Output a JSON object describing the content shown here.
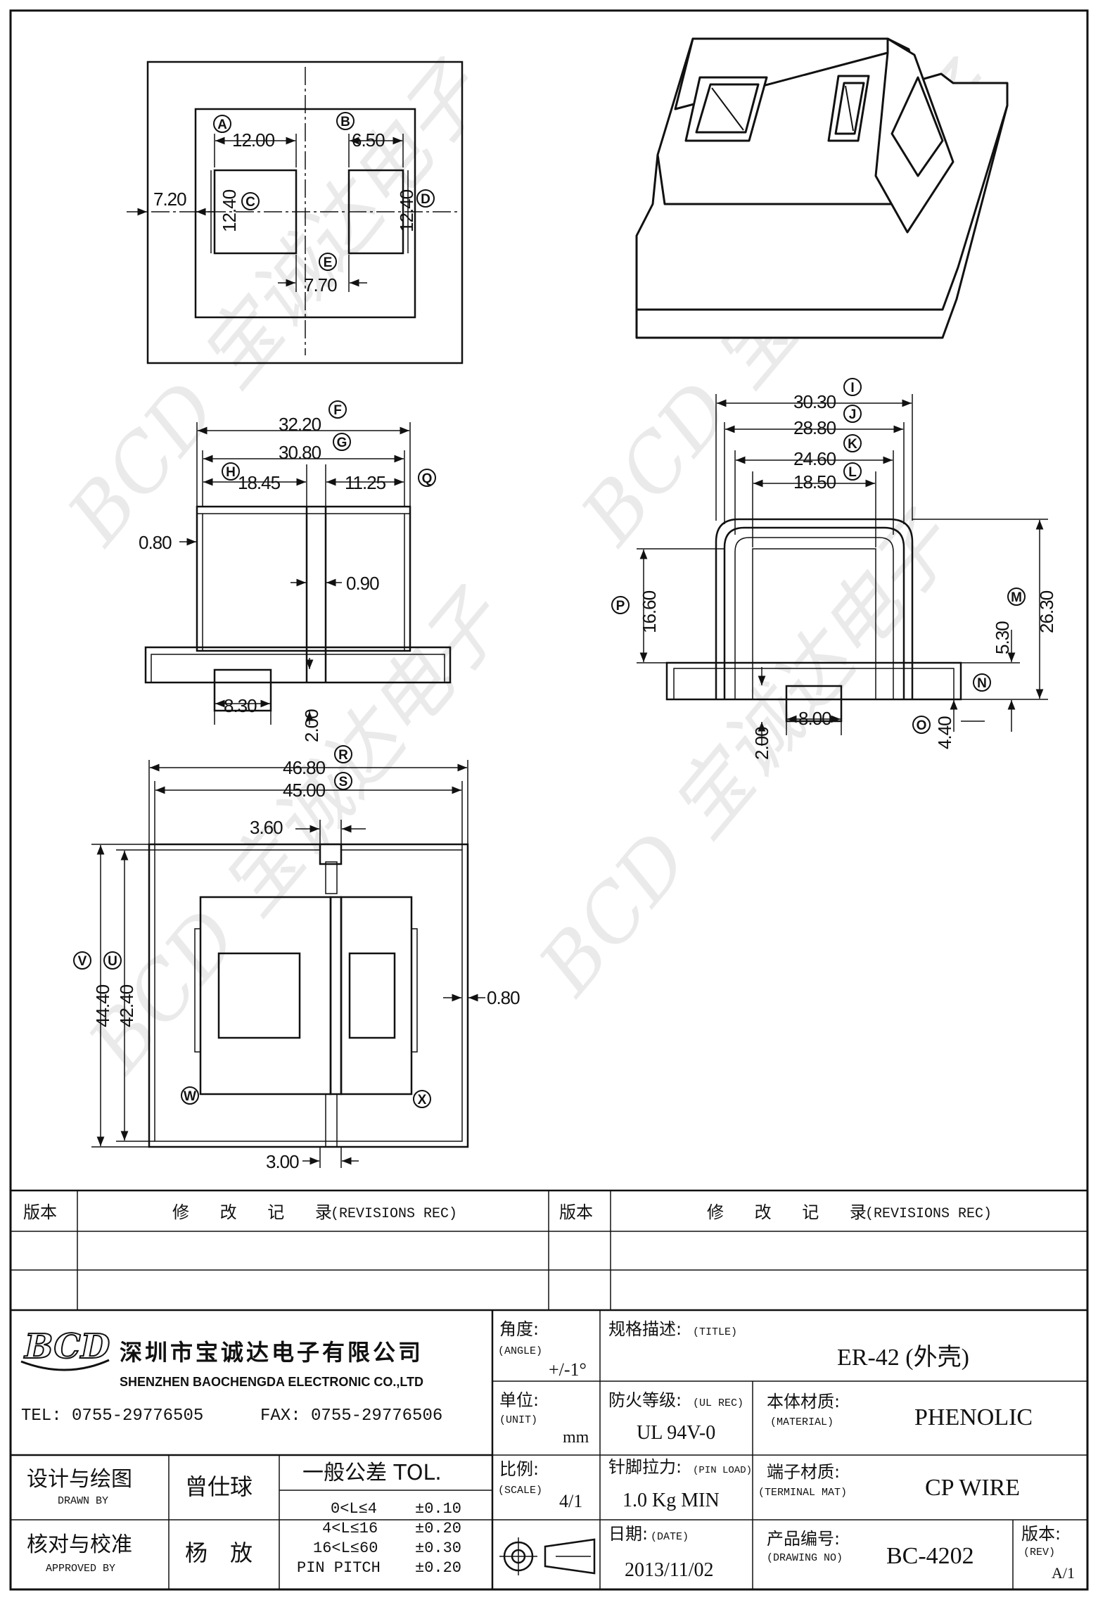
{
  "views": {
    "top": {
      "dims": [
        "12.00",
        "6.50",
        "7.20",
        "12.40",
        "12.40",
        "7.70"
      ],
      "markers": [
        "A",
        "B",
        "C",
        "D",
        "E"
      ]
    },
    "front": {
      "dims": [
        "32.20",
        "30.80",
        "18.45",
        "11.25",
        "0.80",
        "0.90",
        "8.30",
        "2.00"
      ],
      "markers": [
        "F",
        "G",
        "H",
        "Q"
      ]
    },
    "side": {
      "dims": [
        "30.30",
        "28.80",
        "24.60",
        "18.50",
        "16.60",
        "26.30",
        "5.30",
        "8.00",
        "2.00",
        "4.40"
      ],
      "markers": [
        "I",
        "J",
        "K",
        "L",
        "P",
        "M",
        "N",
        "O"
      ]
    },
    "bottom": {
      "dims": [
        "46.80",
        "45.00",
        "3.60",
        "44.40",
        "42.40",
        "0.80",
        "3.00"
      ],
      "markers": [
        "R",
        "S",
        "V",
        "U",
        "W",
        "X"
      ]
    }
  },
  "watermark": "BCD 宝诚达电子",
  "title_block": {
    "revisions": {
      "version_label": "版本",
      "revisions_label": "修 改 记 录",
      "revisions_label_en": "(REVISIONS REC)"
    },
    "company": {
      "logo": "BCD",
      "name_cn": "深圳市宝诚达电子有限公司",
      "name_en": "SHENZHEN BAOCHENGDA ELECTRONIC CO.,LTD",
      "tel": "TEL: 0755-29776505",
      "fax": "FAX: 0755-29776506"
    },
    "angle": {
      "label_cn": "角度:",
      "label_en": "(ANGLE)",
      "value": "+/-1°"
    },
    "title": {
      "label_cn": "规格描述:",
      "label_en": "(TITLE)",
      "value": "ER-42 (外壳)"
    },
    "unit": {
      "label_cn": "单位:",
      "label_en": "(UNIT)",
      "value": "mm"
    },
    "ul": {
      "label_cn": "防火等级:",
      "label_en": "(UL REC)",
      "value": "UL 94V-0"
    },
    "material": {
      "label_cn": "本体材质:",
      "label_en": "(MATERIAL)",
      "value": "PHENOLIC"
    },
    "drawn": {
      "label_cn": "设计与绘图",
      "label_en": "DRAWN BY",
      "value": "曾仕球"
    },
    "approved": {
      "label_cn": "核对与校准",
      "label_en": "APPROVED BY",
      "value": "杨　放"
    },
    "tolerance": {
      "title": "一般公差 TOL.",
      "rows": [
        {
          "range": "0<L≤4",
          "tol": "±0.10"
        },
        {
          "range": "4<L≤16",
          "tol": "±0.20"
        },
        {
          "range": "16<L≤60",
          "tol": "±0.30"
        },
        {
          "range": "PIN PITCH",
          "tol": "±0.20"
        }
      ]
    },
    "scale": {
      "label_cn": "比例:",
      "label_en": "(SCALE)",
      "value": "4/1"
    },
    "pin_load": {
      "label_cn": "针脚拉力:",
      "label_en": "(PIN LOAD)",
      "value": "1.0 Kg MIN"
    },
    "terminal": {
      "label_cn": "端子材质:",
      "label_en": "(TERMINAL MAT)",
      "value": "CP WIRE"
    },
    "date": {
      "label_cn": "日期:",
      "label_en": "(DATE)",
      "value": "2013/11/02"
    },
    "drawing_no": {
      "label_cn": "产品编号:",
      "label_en": "(DRAWING NO)",
      "value": "BC-4202"
    },
    "rev": {
      "label_cn": "版本:",
      "label_en": "(REV)",
      "value": "A/1"
    }
  }
}
